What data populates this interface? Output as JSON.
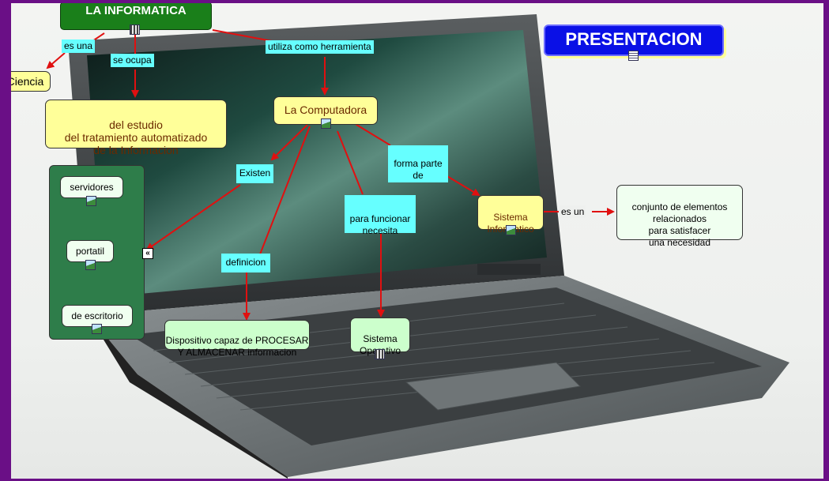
{
  "title": "LA INFORMATICA",
  "presentation": "PRESENTACION",
  "nodes": {
    "ciencia": "Ciencia",
    "estudio": "del estudio\ndel tratamiento automatizado\nde la Informacion",
    "computadora": "La Computadora",
    "sistema_informatico": "Sistema\nInformatico",
    "conjunto": "conjunto de elementos\nrelacionados\npara satisfacer\nuna necesidad",
    "servidores": "servidores",
    "portatil": "portatil",
    "escritorio": "de escritorio",
    "dispositivo": "Dispositivo capaz de PROCESAR\nY ALMACENAR informacion",
    "sistema_operativo": "Sistema\nOperativo"
  },
  "links": {
    "es_una": "es una",
    "se_ocupa": "se ocupa",
    "utiliza": "utiliza como herramienta",
    "existen": "Existen",
    "forma_parte": "forma parte\nde",
    "para_funcionar": "para funcionar\nnecesita",
    "definicion": "definicion",
    "es_un": "es un"
  },
  "colors": {
    "frame": "#6a0f86",
    "concept": "#ffff99",
    "linking_phrase": "#66ffff",
    "arrow": "#e01010"
  }
}
